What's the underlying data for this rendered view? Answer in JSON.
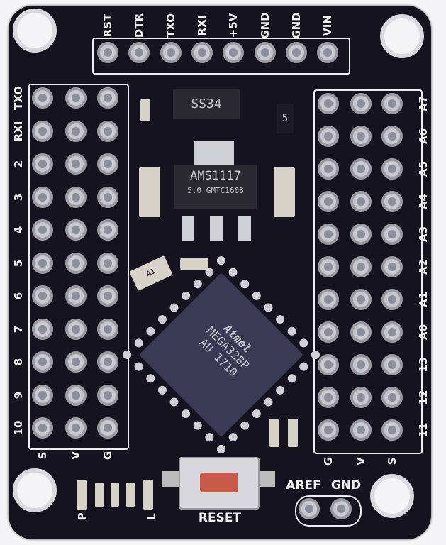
{
  "top_header": [
    "RST",
    "DTR",
    "TXO",
    "RXI",
    "+5V",
    "GND",
    "GND",
    "VIN"
  ],
  "left_labels": [
    "TXO",
    "RXI",
    "2",
    "3",
    "4",
    "5",
    "6",
    "7",
    "8",
    "9",
    "10"
  ],
  "right_labels": [
    "A7",
    "A6",
    "A5",
    "A4",
    "A3",
    "A2",
    "A1",
    "A0",
    "13",
    "12",
    "11"
  ],
  "left_bottom": [
    "S",
    "V",
    "G"
  ],
  "right_bottom": [
    "G",
    "V",
    "S"
  ],
  "bottom": {
    "p": "P",
    "l": "L",
    "reset": "RESET",
    "aref": "AREF",
    "gnd": "GND"
  },
  "chips": {
    "diode": "SS34",
    "regulator": "AMS1117",
    "regulator_sub": "5.0 GMTC1608",
    "mcu_brand": "Atmel",
    "mcu_model": "MEGA328P",
    "mcu_sub": "AU 1710",
    "crystal": "A1",
    "cap": "5"
  }
}
